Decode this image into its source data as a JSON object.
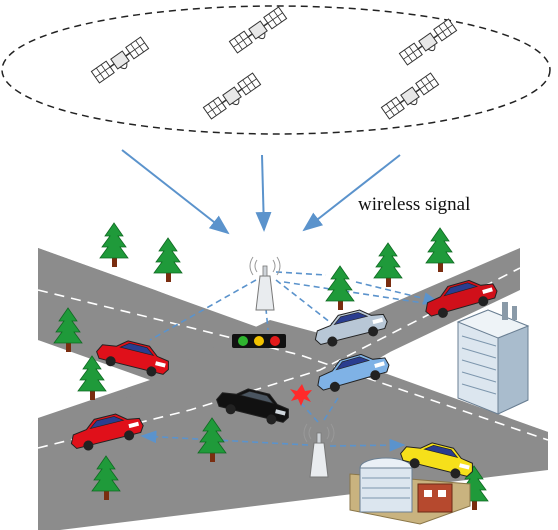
{
  "diagram": {
    "label": "wireless signal",
    "colors": {
      "road": "#8c8c8c",
      "lane_mark": "#ffffff",
      "signal_line": "#5b93cc",
      "arrow": "#5b93cc",
      "tree": "#1f9a3a",
      "trunk": "#7a2d10",
      "crash": "#ff2a2a"
    },
    "satellites": [
      {
        "name": "satellite-1"
      },
      {
        "name": "satellite-2"
      },
      {
        "name": "satellite-3"
      },
      {
        "name": "satellite-4"
      },
      {
        "name": "satellite-5"
      }
    ],
    "vehicles": [
      {
        "name": "red-car-left",
        "color": "#e0101a"
      },
      {
        "name": "red-car-bottom-left",
        "color": "#e0101a"
      },
      {
        "name": "red-car-top-right",
        "color": "#d0101a"
      },
      {
        "name": "yellow-taxi",
        "color": "#f6e01a"
      },
      {
        "name": "gray-car",
        "color": "#b8c7d6"
      },
      {
        "name": "blue-car",
        "color": "#7fb2e6"
      },
      {
        "name": "black-car",
        "color": "#111111"
      }
    ],
    "traffic_light": {
      "lights": [
        "#2fb52f",
        "#f2c200",
        "#e31b1b"
      ]
    }
  }
}
